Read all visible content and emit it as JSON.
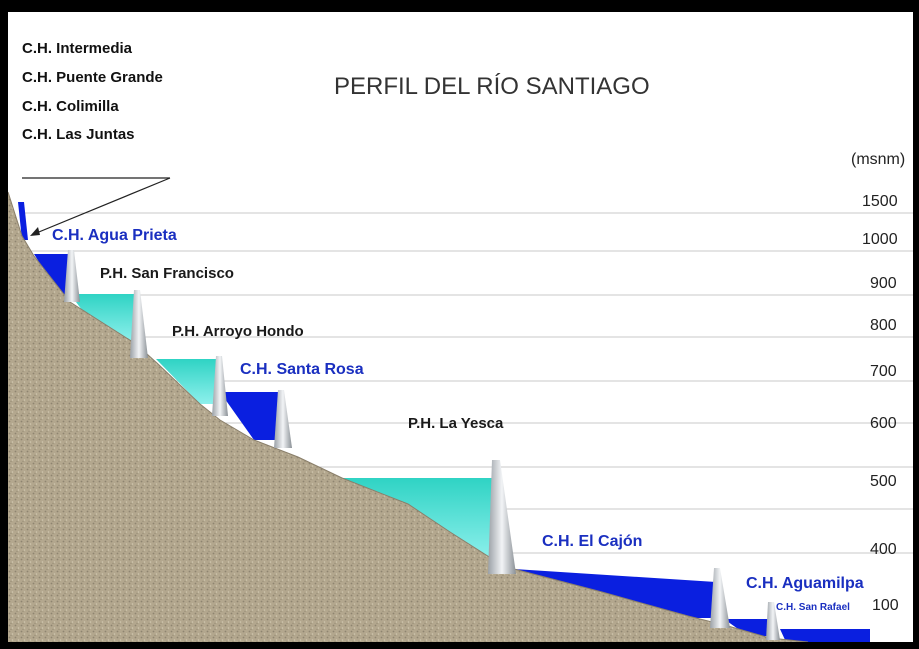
{
  "title": "PERFIL DEL RÍO SANTIAGO",
  "unit": "(msnm)",
  "top_labels": [
    "C.H. Intermedia",
    "C.H. Puente Grande",
    "C.H. Colimilla",
    "C.H. Las Juntas"
  ],
  "elevation_ticks": [
    "1500",
    "1000",
    "900",
    "800",
    "700",
    "600",
    "500",
    "400",
    "100"
  ],
  "plants": [
    {
      "name": "C.H. Agua Prieta",
      "style": "blue"
    },
    {
      "name": "P.H. San Francisco",
      "style": "dark"
    },
    {
      "name": "P.H. Arroyo Hondo",
      "style": "dark"
    },
    {
      "name": "C.H. Santa Rosa",
      "style": "blue"
    },
    {
      "name": "P.H. La Yesca",
      "style": "dark"
    },
    {
      "name": "C.H. El Cajón",
      "style": "blue"
    },
    {
      "name": "C.H. Aguamilpa",
      "style": "blue"
    },
    {
      "name": "C.H. San Rafael",
      "style": "blue"
    }
  ],
  "colors": {
    "reservoir_blue": "#0a1fe0",
    "reservoir_cyan": "#38d9d0",
    "terrain": "#b3a78e",
    "label_blue": "#1a2fc0"
  }
}
